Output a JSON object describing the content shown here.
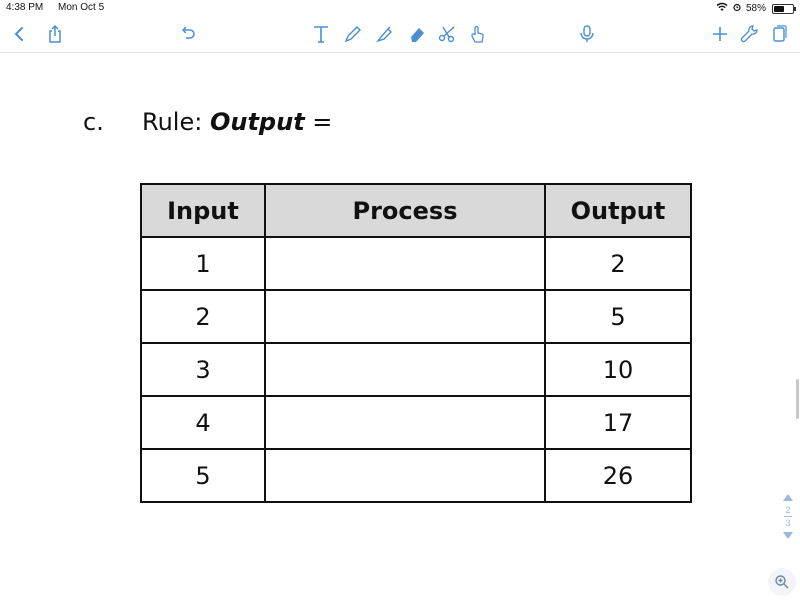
{
  "status_bar": {
    "time": "4:38 PM",
    "date": "Mon Oct 5",
    "battery": "58%",
    "battery_level": 0.58
  },
  "toolbar": {
    "icons": [
      "back-icon",
      "share-icon",
      "undo-icon",
      "text-tool-icon",
      "pen-icon",
      "highlighter-icon",
      "eraser-icon",
      "scissors-icon",
      "hand-touch-icon",
      "microphone-icon",
      "add-icon",
      "wrench-icon",
      "pages-icon"
    ]
  },
  "question": {
    "label": "c.",
    "rule_prefix": "Rule: ",
    "rule_bold": "Output",
    "rule_suffix": " ="
  },
  "table": {
    "headers": [
      "Input",
      "Process",
      "Output"
    ],
    "rows": [
      {
        "input": "1",
        "process": "",
        "output": "2"
      },
      {
        "input": "2",
        "process": "",
        "output": "5"
      },
      {
        "input": "3",
        "process": "",
        "output": "10"
      },
      {
        "input": "4",
        "process": "",
        "output": "17"
      },
      {
        "input": "5",
        "process": "",
        "output": "26"
      }
    ]
  },
  "page_indicator": {
    "current": "2",
    "total": "3"
  }
}
